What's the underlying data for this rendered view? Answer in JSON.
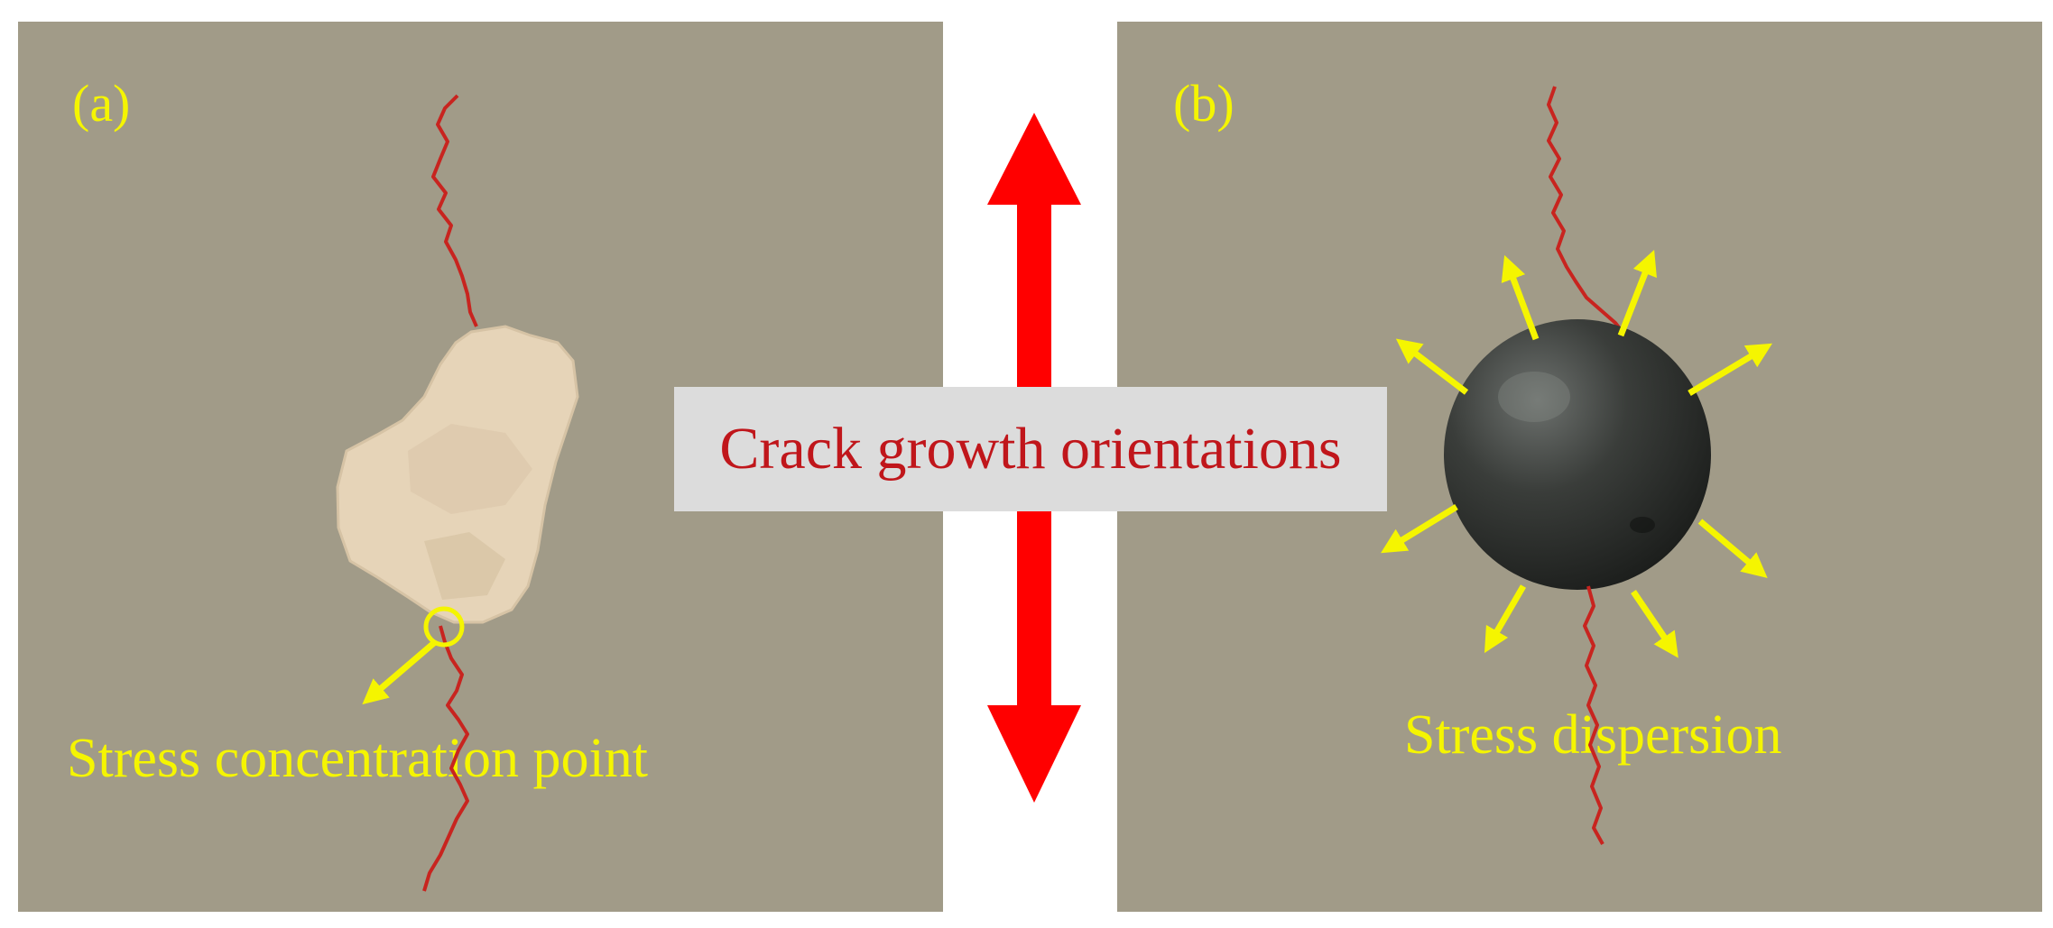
{
  "panels": [
    {
      "id": "a",
      "label": "(a)",
      "caption": "Stress concentration point"
    },
    {
      "id": "b",
      "label": "(b)",
      "caption": "Stress dispersion"
    }
  ],
  "center_label": "Crack growth orientations",
  "colors": {
    "background": "#a19b88",
    "crack": "#c8241f",
    "annotation": "#f5f500",
    "arrow": "#ff0000",
    "label_box": "#dcdcdc",
    "label_text": "#c0161b",
    "particle_irregular": "#e6d4b8",
    "particle_round": "#2f322f"
  },
  "icons": {
    "irregular_particle": "irregular-particle-icon",
    "round_particle": "round-particle-icon",
    "vertical_arrow": "double-headed-arrow-icon"
  }
}
